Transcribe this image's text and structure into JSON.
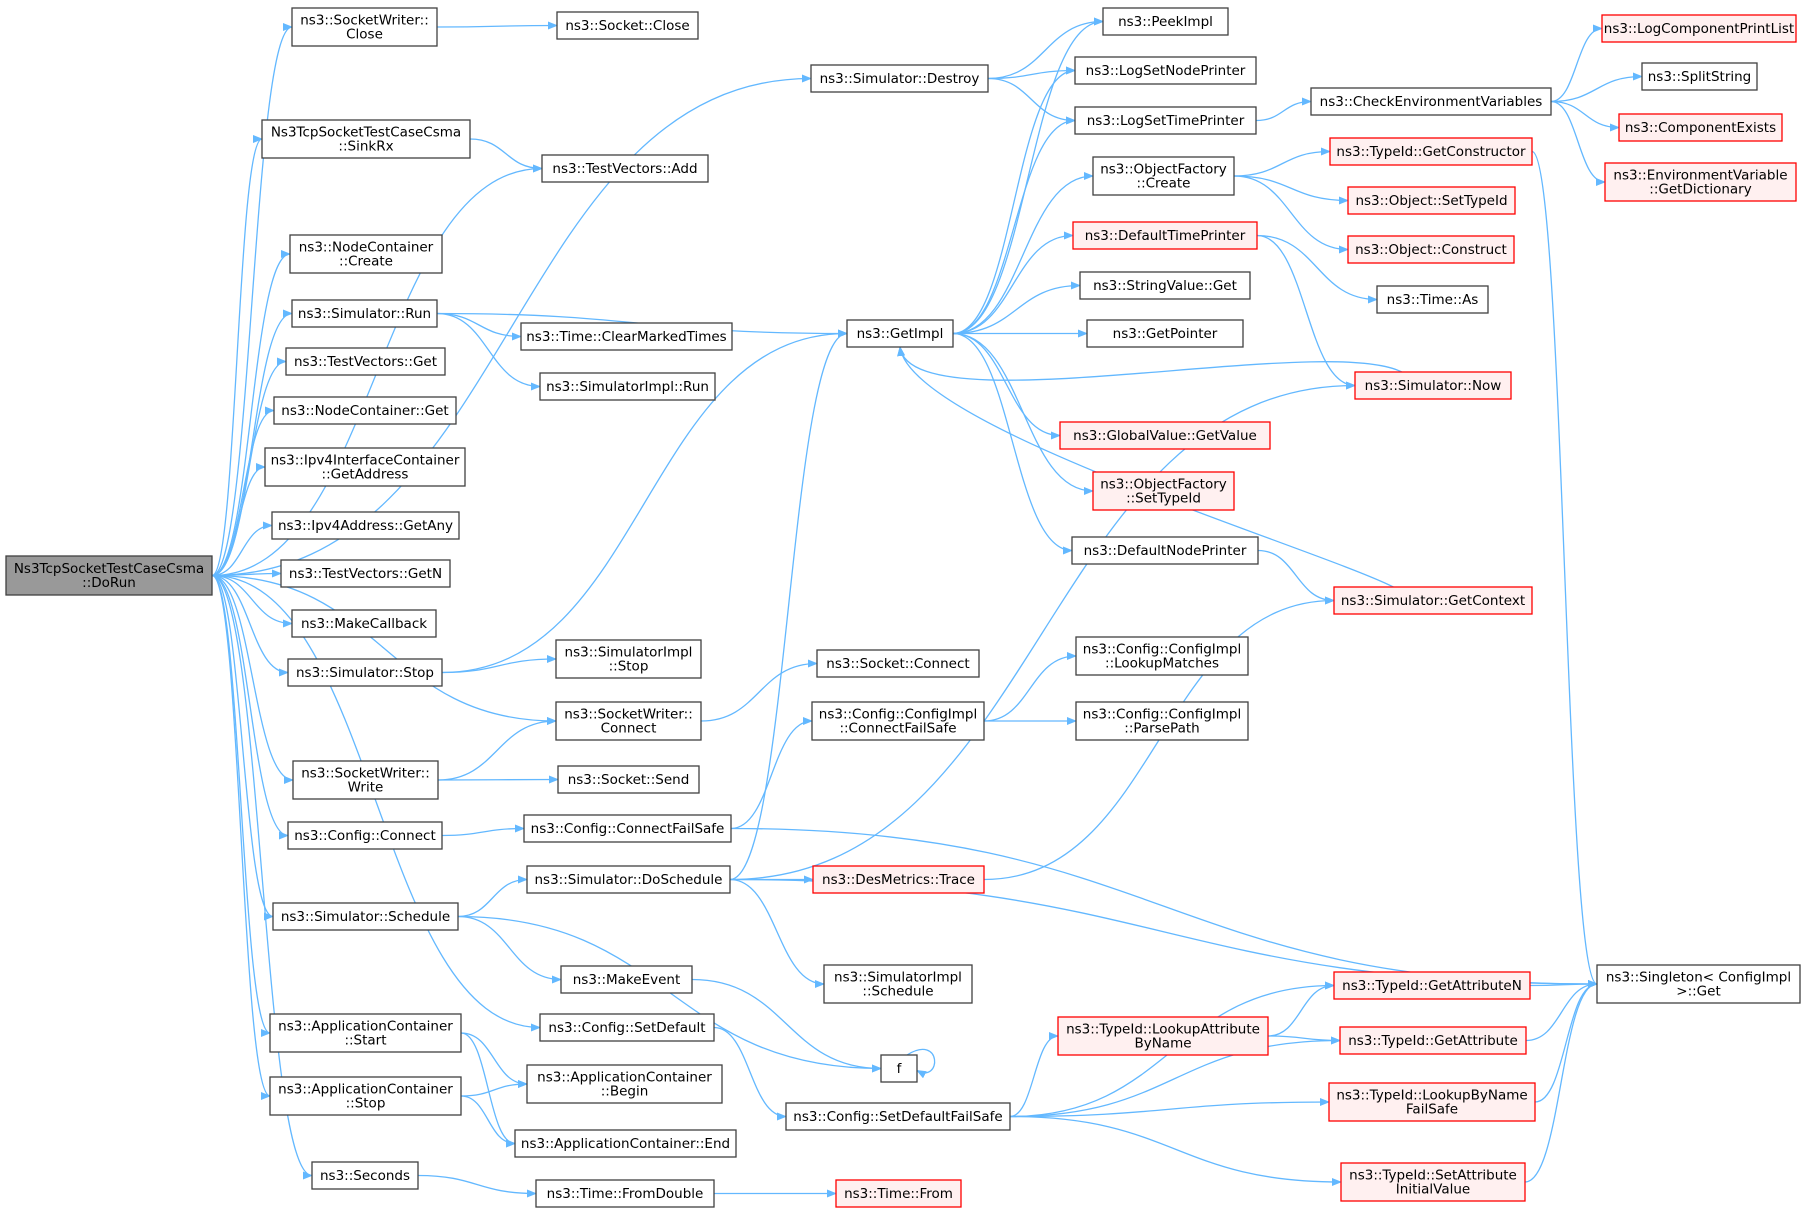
{
  "colors": {
    "edge": "#63B8FF",
    "border_normal": "#404040",
    "border_red": "#FF0000",
    "fill_normal": "#FFFFFF",
    "fill_red": "#FFF0F0",
    "fill_root": "#999999"
  },
  "nodes": [
    {
      "id": "root",
      "lines": [
        "Ns3TcpSocketTestCaseCsma",
        "::DoRun"
      ],
      "style": "root"
    },
    {
      "id": "sw_close",
      "lines": [
        "ns3::SocketWriter::",
        "Close"
      ],
      "style": "normal"
    },
    {
      "id": "sock_close",
      "lines": [
        "ns3::Socket::Close"
      ],
      "style": "normal"
    },
    {
      "id": "sim_destroy",
      "lines": [
        "ns3::Simulator::Destroy"
      ],
      "style": "normal"
    },
    {
      "id": "sinkrx",
      "lines": [
        "Ns3TcpSocketTestCaseCsma",
        "::SinkRx"
      ],
      "style": "normal"
    },
    {
      "id": "tv_add",
      "lines": [
        "ns3::TestVectors::Add"
      ],
      "style": "normal"
    },
    {
      "id": "nc_create",
      "lines": [
        "ns3::NodeContainer",
        "::Create"
      ],
      "style": "normal"
    },
    {
      "id": "sim_run",
      "lines": [
        "ns3::Simulator::Run"
      ],
      "style": "normal"
    },
    {
      "id": "time_cmt",
      "lines": [
        "ns3::Time::ClearMarkedTimes"
      ],
      "style": "normal"
    },
    {
      "id": "simimpl_run",
      "lines": [
        "ns3::SimulatorImpl::Run"
      ],
      "style": "normal"
    },
    {
      "id": "tv_get",
      "lines": [
        "ns3::TestVectors::Get"
      ],
      "style": "normal"
    },
    {
      "id": "nc_get",
      "lines": [
        "ns3::NodeContainer::Get"
      ],
      "style": "normal"
    },
    {
      "id": "ipv4ic",
      "lines": [
        "ns3::Ipv4InterfaceContainer",
        "::GetAddress"
      ],
      "style": "normal"
    },
    {
      "id": "ipv4any",
      "lines": [
        "ns3::Ipv4Address::GetAny"
      ],
      "style": "normal"
    },
    {
      "id": "tv_getn",
      "lines": [
        "ns3::TestVectors::GetN"
      ],
      "style": "normal"
    },
    {
      "id": "makecb",
      "lines": [
        "ns3::MakeCallback"
      ],
      "style": "normal"
    },
    {
      "id": "sim_stop",
      "lines": [
        "ns3::Simulator::Stop"
      ],
      "style": "normal"
    },
    {
      "id": "simimpl_stop",
      "lines": [
        "ns3::SimulatorImpl",
        "::Stop"
      ],
      "style": "normal"
    },
    {
      "id": "sw_connect",
      "lines": [
        "ns3::SocketWriter::",
        "Connect"
      ],
      "style": "normal"
    },
    {
      "id": "sock_connect",
      "lines": [
        "ns3::Socket::Connect"
      ],
      "style": "normal"
    },
    {
      "id": "sw_write",
      "lines": [
        "ns3::SocketWriter::",
        "Write"
      ],
      "style": "normal"
    },
    {
      "id": "sock_send",
      "lines": [
        "ns3::Socket::Send"
      ],
      "style": "normal"
    },
    {
      "id": "cfg_connect",
      "lines": [
        "ns3::Config::Connect"
      ],
      "style": "normal"
    },
    {
      "id": "cfg_cfs",
      "lines": [
        "ns3::Config::ConnectFailSafe"
      ],
      "style": "normal"
    },
    {
      "id": "cfgimpl_cfs",
      "lines": [
        "ns3::Config::ConfigImpl",
        "::ConnectFailSafe"
      ],
      "style": "normal"
    },
    {
      "id": "cfgimpl_lm",
      "lines": [
        "ns3::Config::ConfigImpl",
        "::LookupMatches"
      ],
      "style": "normal"
    },
    {
      "id": "cfgimpl_pp",
      "lines": [
        "ns3::Config::ConfigImpl",
        "::ParsePath"
      ],
      "style": "normal"
    },
    {
      "id": "sim_sched",
      "lines": [
        "ns3::Simulator::Schedule"
      ],
      "style": "normal"
    },
    {
      "id": "sim_dosched",
      "lines": [
        "ns3::Simulator::DoSchedule"
      ],
      "style": "normal"
    },
    {
      "id": "desm_trace",
      "lines": [
        "ns3::DesMetrics::Trace"
      ],
      "style": "red"
    },
    {
      "id": "simimpl_sched",
      "lines": [
        "ns3::SimulatorImpl",
        "::Schedule"
      ],
      "style": "normal"
    },
    {
      "id": "makeevent",
      "lines": [
        "ns3::MakeEvent"
      ],
      "style": "normal"
    },
    {
      "id": "f",
      "lines": [
        "f"
      ],
      "style": "normal"
    },
    {
      "id": "cfg_setdef",
      "lines": [
        "ns3::Config::SetDefault"
      ],
      "style": "normal"
    },
    {
      "id": "cfg_sdfs",
      "lines": [
        "ns3::Config::SetDefaultFailSafe"
      ],
      "style": "normal"
    },
    {
      "id": "ac_start",
      "lines": [
        "ns3::ApplicationContainer",
        "::Start"
      ],
      "style": "normal"
    },
    {
      "id": "ac_stop",
      "lines": [
        "ns3::ApplicationContainer",
        "::Stop"
      ],
      "style": "normal"
    },
    {
      "id": "ac_begin",
      "lines": [
        "ns3::ApplicationContainer",
        "::Begin"
      ],
      "style": "normal"
    },
    {
      "id": "ac_end",
      "lines": [
        "ns3::ApplicationContainer::End"
      ],
      "style": "normal"
    },
    {
      "id": "seconds",
      "lines": [
        "ns3::Seconds"
      ],
      "style": "normal"
    },
    {
      "id": "time_fd",
      "lines": [
        "ns3::Time::FromDouble"
      ],
      "style": "normal"
    },
    {
      "id": "time_from",
      "lines": [
        "ns3::Time::From"
      ],
      "style": "red"
    },
    {
      "id": "getimpl",
      "lines": [
        "ns3::GetImpl"
      ],
      "style": "normal"
    },
    {
      "id": "peekimpl",
      "lines": [
        "ns3::PeekImpl"
      ],
      "style": "normal"
    },
    {
      "id": "lsnp",
      "lines": [
        "ns3::LogSetNodePrinter"
      ],
      "style": "normal"
    },
    {
      "id": "lstp",
      "lines": [
        "ns3::LogSetTimePrinter"
      ],
      "style": "normal"
    },
    {
      "id": "of_create",
      "lines": [
        "ns3::ObjectFactory",
        "::Create"
      ],
      "style": "normal"
    },
    {
      "id": "dtp",
      "lines": [
        "ns3::DefaultTimePrinter"
      ],
      "style": "red"
    },
    {
      "id": "sv_get",
      "lines": [
        "ns3::StringValue::Get"
      ],
      "style": "normal"
    },
    {
      "id": "getptr",
      "lines": [
        "ns3::GetPointer"
      ],
      "style": "normal"
    },
    {
      "id": "gv_getval",
      "lines": [
        "ns3::GlobalValue::GetValue"
      ],
      "style": "red"
    },
    {
      "id": "of_settid",
      "lines": [
        "ns3::ObjectFactory",
        "::SetTypeId"
      ],
      "style": "red"
    },
    {
      "id": "dnp",
      "lines": [
        "ns3::DefaultNodePrinter"
      ],
      "style": "normal"
    },
    {
      "id": "cev",
      "lines": [
        "ns3::CheckEnvironmentVariables"
      ],
      "style": "normal"
    },
    {
      "id": "tid_getctor",
      "lines": [
        "ns3::TypeId::GetConstructor"
      ],
      "style": "red"
    },
    {
      "id": "obj_settid",
      "lines": [
        "ns3::Object::SetTypeId"
      ],
      "style": "red"
    },
    {
      "id": "obj_construct",
      "lines": [
        "ns3::Object::Construct"
      ],
      "style": "red"
    },
    {
      "id": "time_as",
      "lines": [
        "ns3::Time::As"
      ],
      "style": "normal"
    },
    {
      "id": "sim_now",
      "lines": [
        "ns3::Simulator::Now"
      ],
      "style": "red"
    },
    {
      "id": "sim_getctx",
      "lines": [
        "ns3::Simulator::GetContext"
      ],
      "style": "red"
    },
    {
      "id": "lcpl",
      "lines": [
        "ns3::LogComponentPrintList"
      ],
      "style": "red"
    },
    {
      "id": "splitstr",
      "lines": [
        "ns3::SplitString"
      ],
      "style": "normal"
    },
    {
      "id": "compexists",
      "lines": [
        "ns3::ComponentExists"
      ],
      "style": "red"
    },
    {
      "id": "envvar_getdict",
      "lines": [
        "ns3::EnvironmentVariable",
        "::GetDictionary"
      ],
      "style": "red"
    },
    {
      "id": "tid_getattrn",
      "lines": [
        "ns3::TypeId::GetAttributeN"
      ],
      "style": "red"
    },
    {
      "id": "tid_lookupattr",
      "lines": [
        "ns3::TypeId::LookupAttribute",
        "ByName"
      ],
      "style": "red"
    },
    {
      "id": "tid_getattr",
      "lines": [
        "ns3::TypeId::GetAttribute"
      ],
      "style": "red"
    },
    {
      "id": "tid_lbnfs",
      "lines": [
        "ns3::TypeId::LookupByName",
        "FailSafe"
      ],
      "style": "red"
    },
    {
      "id": "tid_saiv",
      "lines": [
        "ns3::TypeId::SetAttribute",
        "InitialValue"
      ],
      "style": "red"
    },
    {
      "id": "singleton_get",
      "lines": [
        "ns3::Singleton< ConfigImpl",
        " >::Get"
      ],
      "style": "normal"
    }
  ],
  "edges": [
    [
      "root",
      "sw_close"
    ],
    [
      "root",
      "sim_destroy"
    ],
    [
      "root",
      "sinkrx"
    ],
    [
      "root",
      "tv_add"
    ],
    [
      "root",
      "nc_create"
    ],
    [
      "root",
      "sim_run"
    ],
    [
      "root",
      "tv_get"
    ],
    [
      "root",
      "nc_get"
    ],
    [
      "root",
      "ipv4ic"
    ],
    [
      "root",
      "ipv4any"
    ],
    [
      "root",
      "tv_getn"
    ],
    [
      "root",
      "makecb"
    ],
    [
      "root",
      "sim_stop"
    ],
    [
      "root",
      "sw_connect"
    ],
    [
      "root",
      "sw_write"
    ],
    [
      "root",
      "cfg_connect"
    ],
    [
      "root",
      "sim_sched"
    ],
    [
      "root",
      "cfg_setdef"
    ],
    [
      "root",
      "ac_start"
    ],
    [
      "root",
      "ac_stop"
    ],
    [
      "root",
      "seconds"
    ],
    [
      "sw_close",
      "sock_close"
    ],
    [
      "sinkrx",
      "tv_add"
    ],
    [
      "sim_destroy",
      "peekimpl"
    ],
    [
      "sim_destroy",
      "lsnp"
    ],
    [
      "sim_destroy",
      "lstp"
    ],
    [
      "sim_run",
      "getimpl"
    ],
    [
      "sim_run",
      "time_cmt"
    ],
    [
      "sim_run",
      "simimpl_run"
    ],
    [
      "sim_stop",
      "getimpl"
    ],
    [
      "sim_stop",
      "simimpl_stop"
    ],
    [
      "sw_connect",
      "sock_connect"
    ],
    [
      "sw_write",
      "sw_connect"
    ],
    [
      "sw_write",
      "sock_send"
    ],
    [
      "cfg_connect",
      "cfg_cfs"
    ],
    [
      "cfg_cfs",
      "cfgimpl_cfs"
    ],
    [
      "cfg_cfs",
      "singleton_get"
    ],
    [
      "cfgimpl_cfs",
      "cfgimpl_lm"
    ],
    [
      "cfgimpl_cfs",
      "cfgimpl_pp"
    ],
    [
      "sim_sched",
      "sim_dosched"
    ],
    [
      "sim_sched",
      "makeevent"
    ],
    [
      "sim_sched",
      "f"
    ],
    [
      "sim_dosched",
      "getimpl"
    ],
    [
      "sim_dosched",
      "sim_now"
    ],
    [
      "sim_dosched",
      "desm_trace"
    ],
    [
      "sim_dosched",
      "simimpl_sched"
    ],
    [
      "sim_dosched",
      "singleton_get"
    ],
    [
      "desm_trace",
      "sim_getctx"
    ],
    [
      "makeevent",
      "f"
    ],
    [
      "f",
      "f"
    ],
    [
      "cfg_setdef",
      "cfg_sdfs"
    ],
    [
      "cfg_sdfs",
      "tid_getattrn"
    ],
    [
      "cfg_sdfs",
      "tid_lookupattr"
    ],
    [
      "cfg_sdfs",
      "tid_getattr"
    ],
    [
      "cfg_sdfs",
      "tid_lbnfs"
    ],
    [
      "cfg_sdfs",
      "tid_saiv"
    ],
    [
      "ac_start",
      "ac_begin"
    ],
    [
      "ac_start",
      "ac_end"
    ],
    [
      "ac_stop",
      "ac_begin"
    ],
    [
      "ac_stop",
      "ac_end"
    ],
    [
      "seconds",
      "time_fd"
    ],
    [
      "time_fd",
      "time_from"
    ],
    [
      "getimpl",
      "peekimpl"
    ],
    [
      "getimpl",
      "lsnp"
    ],
    [
      "getimpl",
      "lstp"
    ],
    [
      "getimpl",
      "of_create"
    ],
    [
      "getimpl",
      "dtp"
    ],
    [
      "getimpl",
      "sv_get"
    ],
    [
      "getimpl",
      "getptr"
    ],
    [
      "getimpl",
      "gv_getval"
    ],
    [
      "getimpl",
      "of_settid"
    ],
    [
      "getimpl",
      "dnp"
    ],
    [
      "lstp",
      "cev"
    ],
    [
      "cev",
      "lcpl"
    ],
    [
      "cev",
      "splitstr"
    ],
    [
      "cev",
      "compexists"
    ],
    [
      "cev",
      "envvar_getdict"
    ],
    [
      "of_create",
      "tid_getctor"
    ],
    [
      "of_create",
      "obj_settid"
    ],
    [
      "of_create",
      "obj_construct"
    ],
    [
      "tid_getctor",
      "singleton_get"
    ],
    [
      "dtp",
      "time_as"
    ],
    [
      "dtp",
      "sim_now"
    ],
    [
      "sim_now",
      "getimpl"
    ],
    [
      "dnp",
      "sim_getctx"
    ],
    [
      "sim_getctx",
      "getimpl"
    ],
    [
      "tid_lookupattr",
      "tid_getattrn"
    ],
    [
      "tid_lookupattr",
      "tid_getattr"
    ],
    [
      "tid_getattrn",
      "singleton_get"
    ],
    [
      "tid_getattr",
      "singleton_get"
    ],
    [
      "tid_lbnfs",
      "singleton_get"
    ],
    [
      "tid_saiv",
      "singleton_get"
    ]
  ]
}
